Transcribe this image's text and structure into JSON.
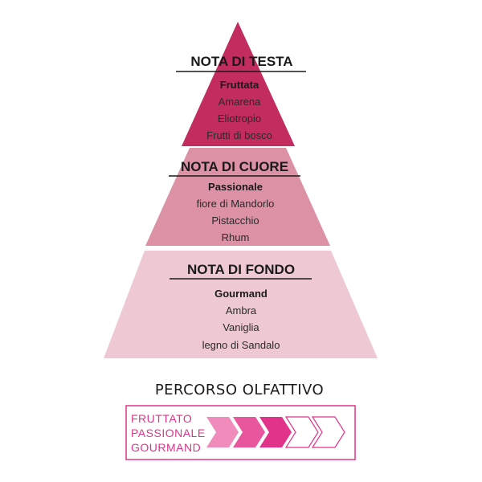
{
  "colors": {
    "top": "#c22c5f",
    "middle": "#dc91a5",
    "bottom": "#eec9d3",
    "accent": "#e2338a",
    "chevron_light": "#f08cbc",
    "chevron_mid": "#e8569d",
    "chevron_dark": "#e2338a"
  },
  "pyramid": {
    "top": {
      "title": "NOTA DI TESTA",
      "subtitle": "Fruttata",
      "items": [
        "Amarena",
        "Eliotropio",
        "Frutti di bosco"
      ]
    },
    "middle": {
      "title": "NOTA DI CUORE",
      "subtitle": "Passionale",
      "items": [
        "fiore di Mandorlo",
        "Pistacchio",
        "Rhum"
      ]
    },
    "bottom": {
      "title": "NOTA DI FONDO",
      "subtitle": "Gourmand",
      "items": [
        "Ambra",
        "Vaniglia",
        "legno di Sandalo"
      ]
    }
  },
  "olfactory_path": {
    "title": "PERCORSO OLFATTIVO",
    "labels": [
      "FRUTTATO",
      "PASSIONALE",
      "GOURMAND"
    ],
    "chevrons": [
      {
        "style": "filled-light"
      },
      {
        "style": "filled-mid"
      },
      {
        "style": "filled-dark"
      },
      {
        "style": "outline"
      },
      {
        "style": "outline"
      }
    ]
  }
}
